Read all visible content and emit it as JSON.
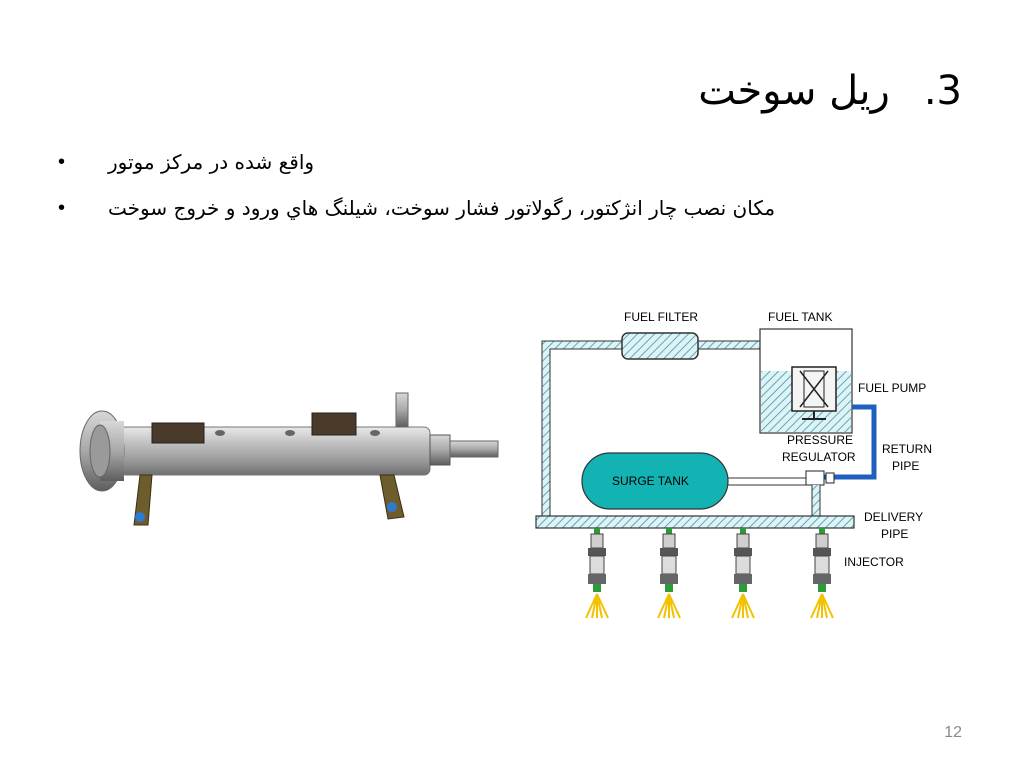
{
  "slide": {
    "title_number": "3.",
    "title_text": "ريل سوخت",
    "bullets": [
      "واقع شده در مرکز موتور",
      "مکان نصب چار انژکتور، رگولاتور فشار سوخت، شيلنگ هاي ورود و خروج سوخت"
    ],
    "bullet_symbol": "•",
    "page_number": "12"
  },
  "diagram": {
    "labels": {
      "fuel_filter": "FUEL FILTER",
      "fuel_tank": "FUEL TANK",
      "fuel_pump": "FUEL PUMP",
      "pressure": "PRESSURE",
      "regulator": "REGULATOR",
      "return": "RETURN",
      "return_pipe": "PIPE",
      "surge_tank": "SURGE TANK",
      "delivery": "DELIVERY",
      "delivery_pipe": "PIPE",
      "injector": "INJECTOR"
    },
    "colors": {
      "pipe_hatch": "#5aa9b8",
      "surge_tank": "#14b3b3",
      "return_pipe": "#1f5fbf",
      "injector_tip": "#2e9b3a",
      "spray": "#f2c200"
    }
  }
}
